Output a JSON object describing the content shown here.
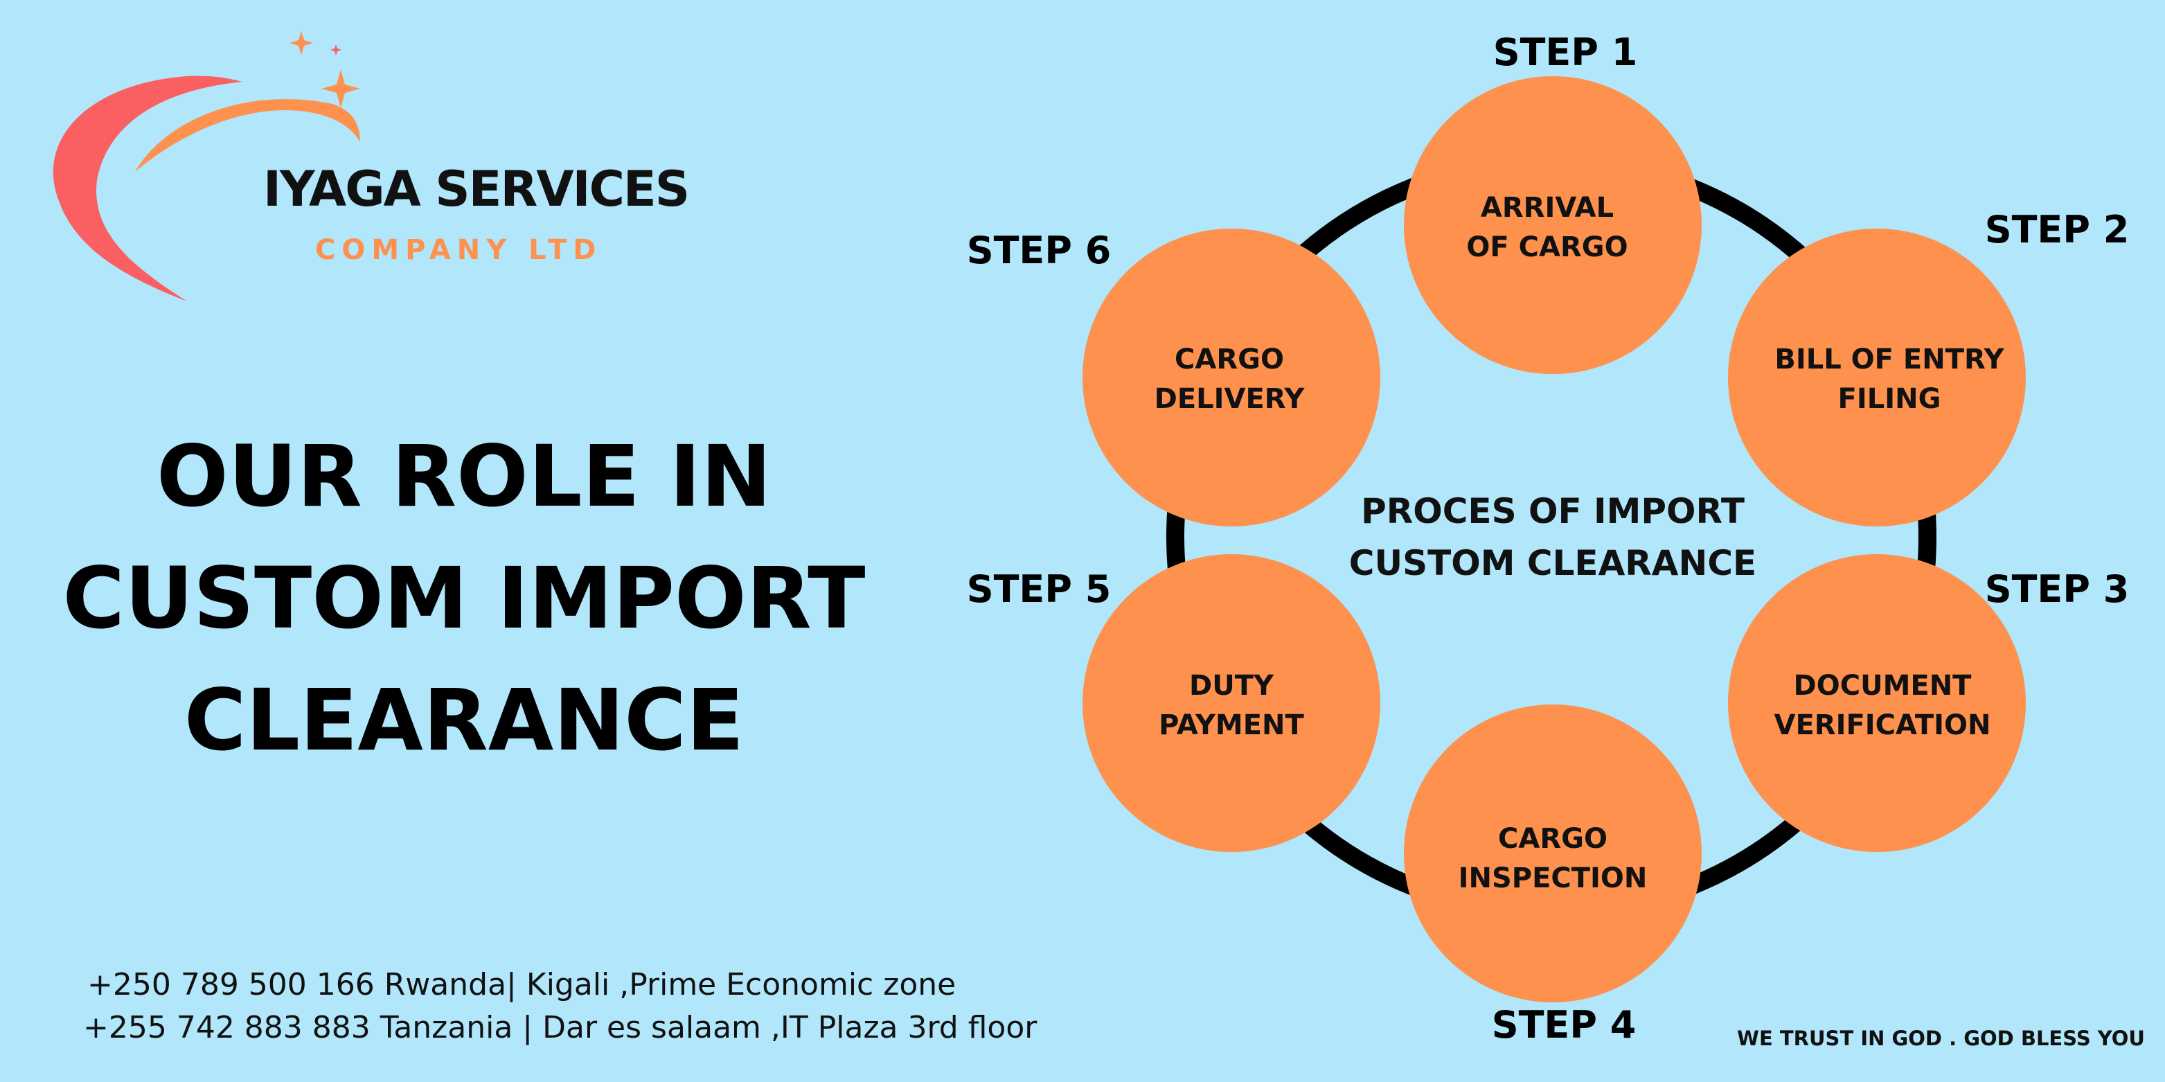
{
  "brand": {
    "name": "IYAGA SERVICES",
    "subtitle": "COMPANY LTD",
    "logo_icon": "swoosh-with-sparkles",
    "colors": {
      "swoosh_outer": "#fa5f62",
      "swoosh_inner": "#fd914d",
      "sparkle": "#fd914d"
    }
  },
  "headline": {
    "line1": "OUR ROLE IN",
    "line2": "CUSTOM IMPORT",
    "line3": "CLEARANCE"
  },
  "process": {
    "center_line1": "PROCES OF IMPORT",
    "center_line2": "CUSTOM CLEARANCE",
    "circle_color": "#fd914d",
    "ring_color": "#000000",
    "steps": [
      {
        "label": "STEP 1",
        "line1": "ARRIVAL",
        "line2": "OF CARGO"
      },
      {
        "label": "STEP 2",
        "line1": "BILL OF ENTRY",
        "line2": "FILING"
      },
      {
        "label": "STEP 3",
        "line1": "DOCUMENT",
        "line2": "VERIFICATION"
      },
      {
        "label": "STEP 4",
        "line1": "CARGO",
        "line2": "INSPECTION"
      },
      {
        "label": "STEP 5",
        "line1": "DUTY",
        "line2": "PAYMENT"
      },
      {
        "label": "STEP 6",
        "line1": "CARGO",
        "line2": "DELIVERY"
      }
    ]
  },
  "contact": {
    "line1": "+250 789 500 166 Rwanda| Kigali ,Prime Economic zone",
    "line2": "+255 742 883 883 Tanzania | Dar es salaam ,IT Plaza 3rd floor"
  },
  "footer": {
    "tagline": "WE TRUST IN GOD . GOD BLESS YOU"
  },
  "background_color": "#b1e6fb"
}
